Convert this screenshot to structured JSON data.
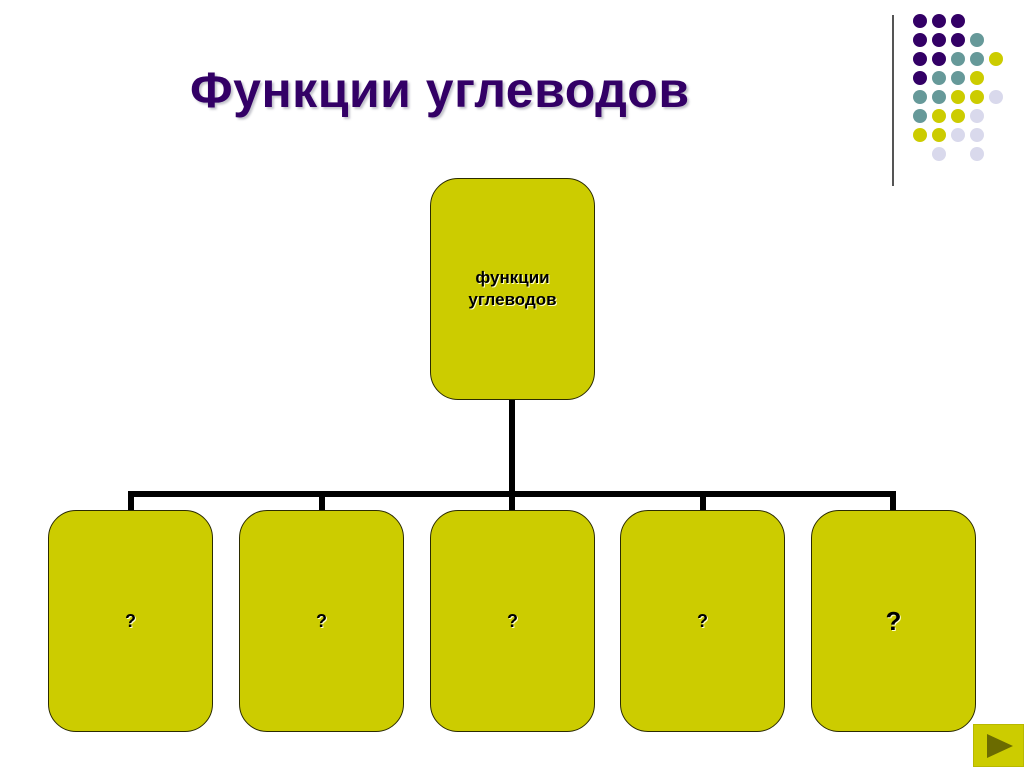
{
  "slide": {
    "title": "Функции углеводов",
    "title_color": "#330066",
    "box_fill": "#cccc00",
    "connector_color": "#000000"
  },
  "diagram": {
    "root": {
      "label_line1": "функции",
      "label_line2": "углеводов"
    },
    "children": [
      {
        "label": "?"
      },
      {
        "label": "?"
      },
      {
        "label": "?"
      },
      {
        "label": "?"
      },
      {
        "label": "?"
      }
    ]
  },
  "decoration": {
    "dot_colors": {
      "purple": "#330066",
      "teal": "#669999",
      "yellow": "#cccc00",
      "lavender": "#d9d9ec"
    },
    "dot_grid": [
      [
        "purple",
        "purple",
        "purple",
        null,
        null
      ],
      [
        "purple",
        "purple",
        "purple",
        "teal",
        null
      ],
      [
        "purple",
        "purple",
        "teal",
        "teal",
        "yellow"
      ],
      [
        "purple",
        "teal",
        "teal",
        "yellow",
        null
      ],
      [
        "teal",
        "teal",
        "yellow",
        "yellow",
        "lavender"
      ],
      [
        "teal",
        "yellow",
        "yellow",
        "lavender",
        null
      ],
      [
        "yellow",
        "yellow",
        "lavender",
        "lavender",
        null
      ],
      [
        null,
        "lavender",
        null,
        "lavender",
        null
      ]
    ]
  },
  "navigation": {
    "next_icon": "play-triangle-icon"
  }
}
